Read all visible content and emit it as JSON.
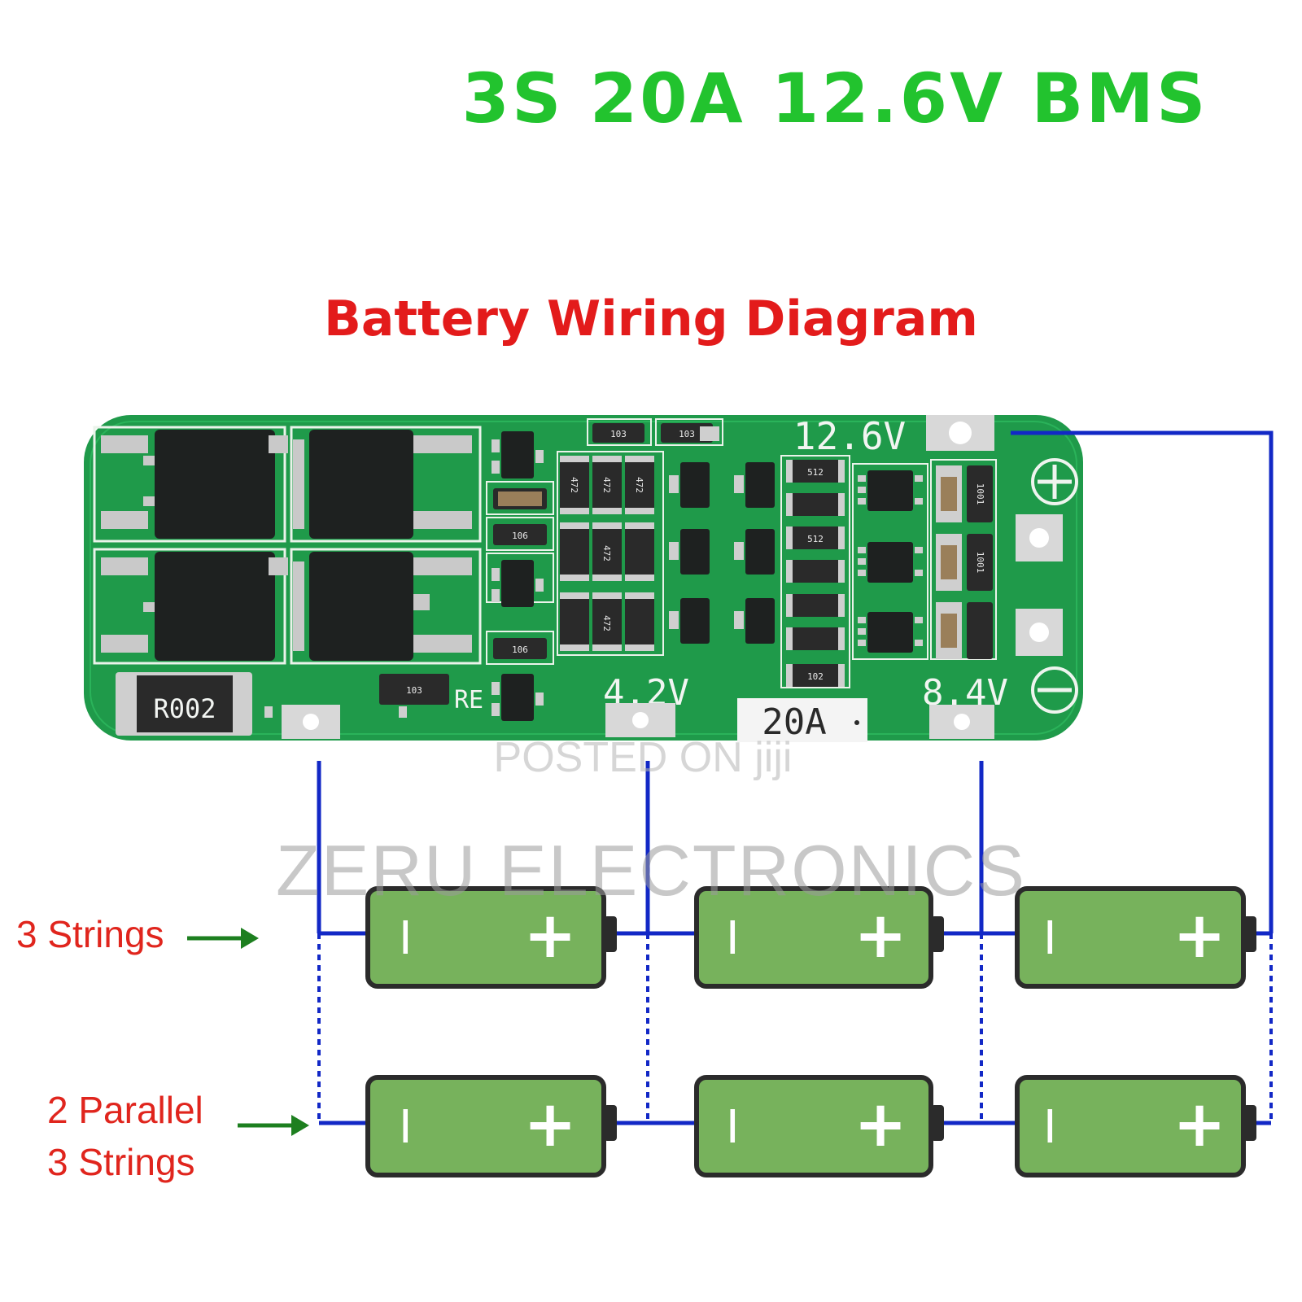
{
  "title": "3S 20A 12.6V BMS",
  "subtitle": "Battery Wiring Diagram",
  "board": {
    "label_12_6v": "12.6V",
    "label_4_2v": "4.2V",
    "label_8_4v": "8.4V",
    "label_20a": "20A",
    "label_re": "RE",
    "shunt_label": "R002",
    "plus_symbol": "plus-icon",
    "minus_symbol": "minus-icon",
    "resistor_marks": [
      "472",
      "472",
      "472",
      "106",
      "106",
      "1001",
      "1001",
      "103",
      "103",
      "102",
      "103",
      "512",
      "512",
      "472",
      "472"
    ]
  },
  "labels": {
    "three_strings": "3 Strings",
    "two_parallel_line1": "2 Parallel",
    "two_parallel_line2": "3 Strings"
  },
  "battery": {
    "minus_sign": "I",
    "plus_sign": "+"
  },
  "watermark": {
    "posted": "POSTED ON jiji",
    "brand": "ZERU ELECTRONICS"
  },
  "colors": {
    "title_green": "#22c32e",
    "subtitle_red": "#e31b1b",
    "wire_blue": "#1228c6",
    "arrow_green": "#1d7f1f",
    "pcb_green": "#1f9a4a",
    "battery_green": "#77b25c"
  }
}
